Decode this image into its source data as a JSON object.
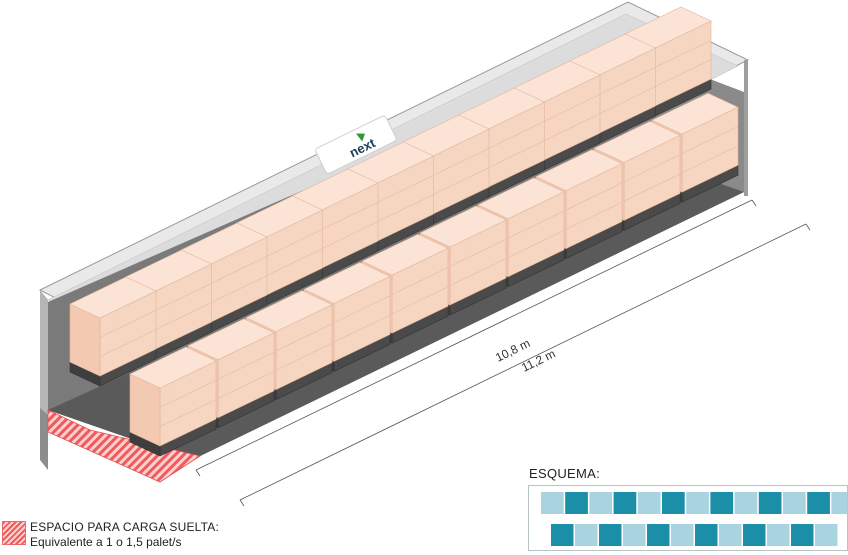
{
  "brand": {
    "name": "next"
  },
  "dimensions": {
    "inner_length": "10,8 m",
    "outer_length": "11,2 m"
  },
  "legend": {
    "title": "ESPACIO PARA CARGA SUELTA:",
    "subtitle": "Equivalente a 1 o 1,5 palet/s"
  },
  "schema": {
    "title": "ESQUEMA:",
    "rows": [
      {
        "pattern": [
          "light",
          "dark",
          "light",
          "dark",
          "light",
          "dark",
          "light",
          "dark",
          "light",
          "dark",
          "light",
          "dark",
          "light"
        ]
      },
      {
        "pattern": [
          "dark",
          "light",
          "dark",
          "light",
          "dark",
          "light",
          "dark",
          "light",
          "dark",
          "light",
          "dark",
          "light"
        ]
      }
    ]
  },
  "colors": {
    "container_wall": "#d9d9d9",
    "container_dark": "#6b6b6b",
    "box_top": "#fbe4d6",
    "box_side": "#f3c9b1",
    "box_front": "#f6d5c1",
    "loose_cargo": "#ef5a5a",
    "schema_light": "#a9d3df",
    "schema_dark": "#1b8ea8"
  }
}
